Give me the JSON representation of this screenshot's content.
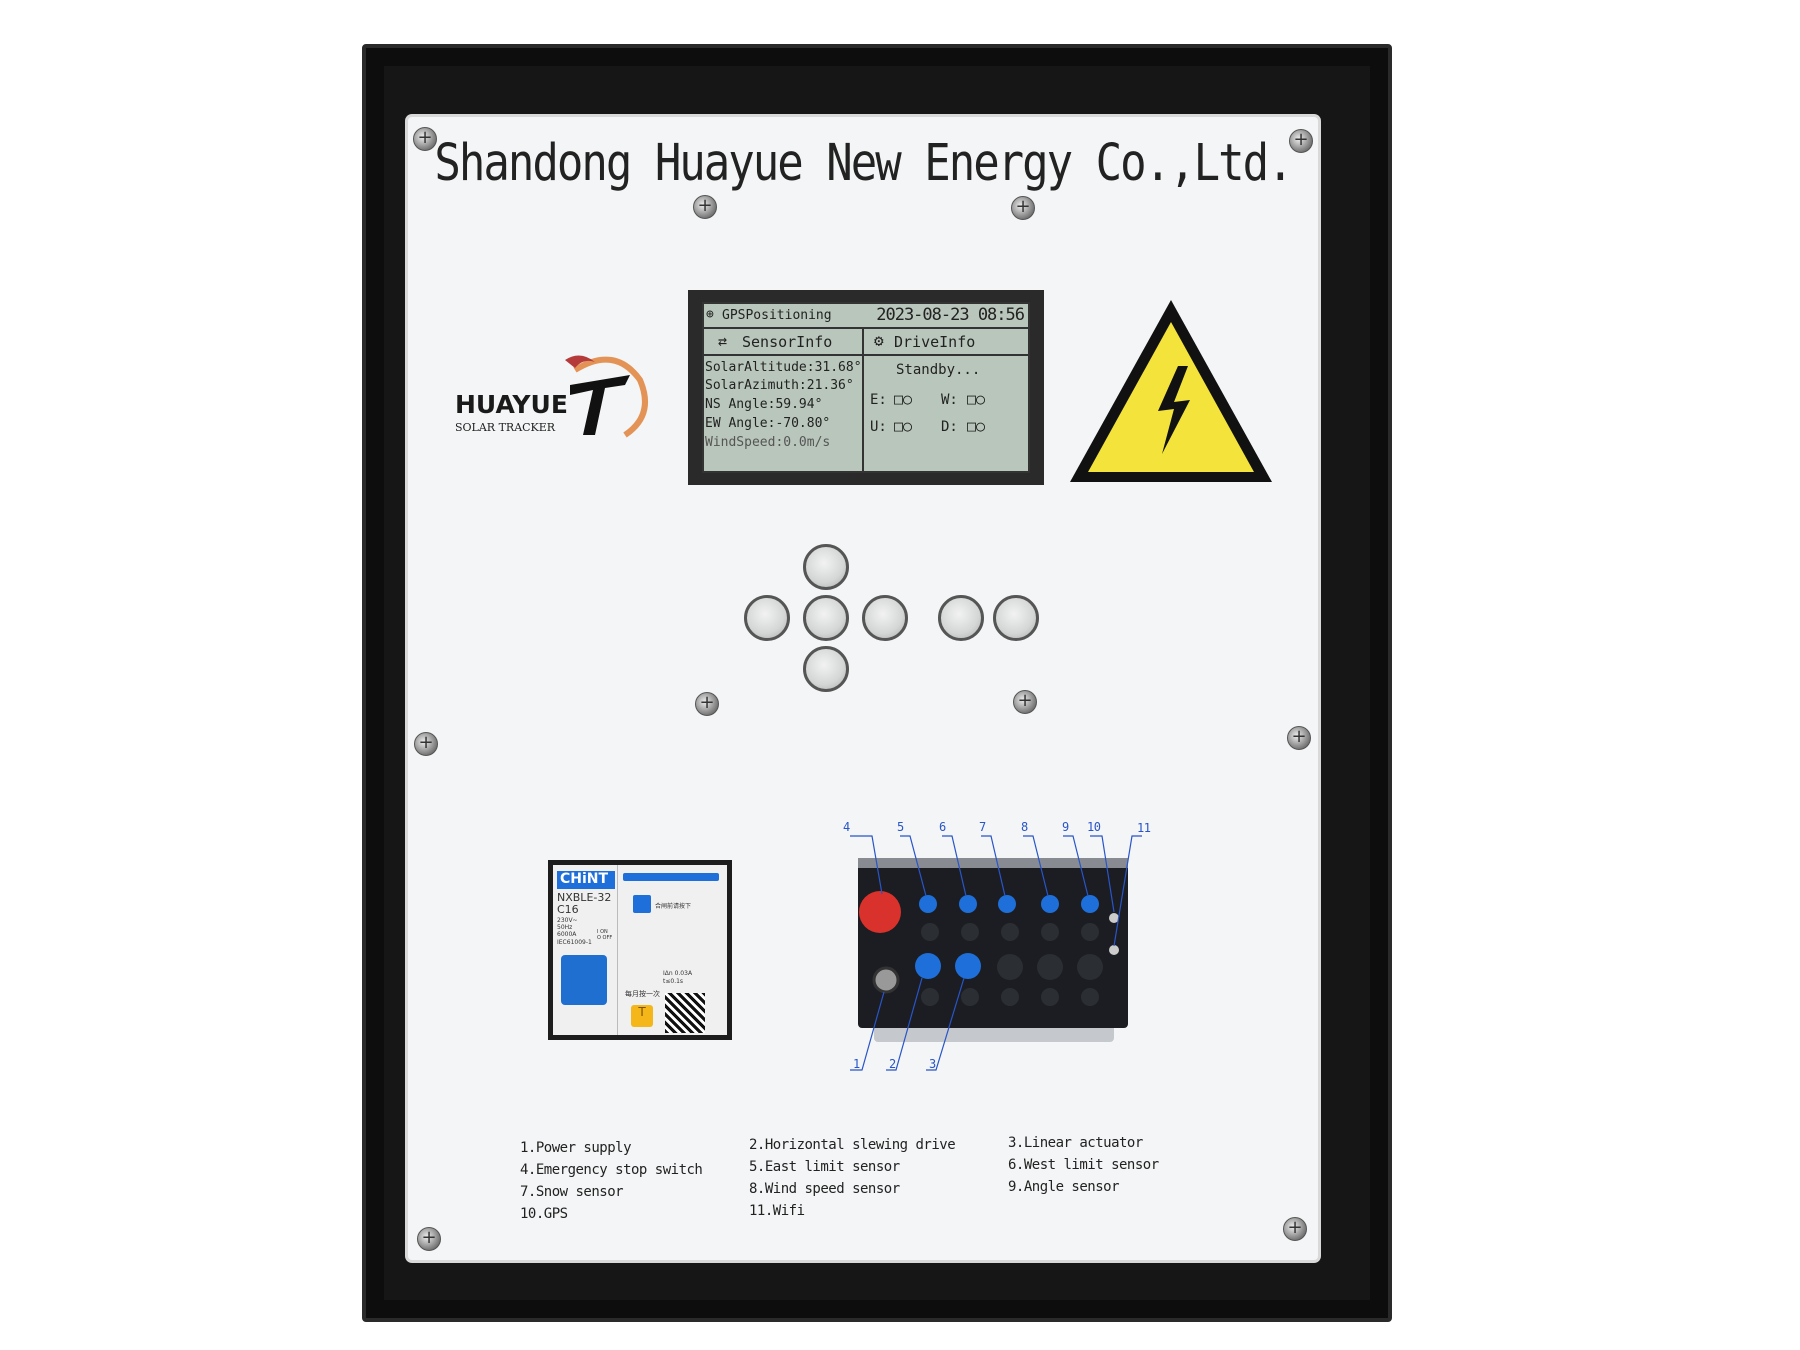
{
  "title": "Shandong Huayue New Energy Co.,Ltd.",
  "brand": {
    "name": "HUAYUE",
    "sub": "SOLAR TRACKER"
  },
  "lcd": {
    "header_left": "GPSPositioning",
    "datetime": "2023-08-23 08:56",
    "tab_sensor": "SensorInfo",
    "tab_drive": "DriveInfo",
    "sensor_lines": [
      "SolarAltitude:31.68°",
      "SolarAzimuth:21.36°",
      "NS Angle:59.94°",
      "EW Angle:-70.80°",
      "WindSpeed:0.0m/s"
    ],
    "drive_status": "Standby...",
    "drive_labels": [
      "E:",
      "W:",
      "U:",
      "D:"
    ]
  },
  "breaker": {
    "brand": "CHiNT",
    "model": "NXBLE-32",
    "rating": "C16",
    "specs": [
      "230V~",
      "50Hz",
      "6000A",
      "IEC61009-1"
    ],
    "onoff": [
      "I ON",
      "O OFF"
    ],
    "note_top": "合闸前请按下",
    "note_test": "每月按一次",
    "idn": "IΔn 0.03A",
    "time": "t≤0.1s",
    "test_key": "T"
  },
  "callouts": {
    "top": [
      "4",
      "5",
      "6",
      "7",
      "8",
      "9",
      "10",
      "11"
    ],
    "bottom": [
      "1",
      "2",
      "3"
    ]
  },
  "legend": [
    [
      "1.Power supply",
      "2.Horizontal slewing drive",
      "3.Linear actuator"
    ],
    [
      "4.Emergency stop switch",
      "5.East limit sensor",
      "6.West limit sensor"
    ],
    [
      "7.Snow sensor",
      "8.Wind speed sensor",
      "9.Angle sensor"
    ],
    [
      "10.GPS",
      "11.Wifi",
      ""
    ]
  ],
  "colors": {
    "lcd_bg": "#b9c6bc",
    "warning": "#f3e33a",
    "estop": "#d9312b",
    "port_blue": "#1e6fd9",
    "brand_orange": "#e07a2e"
  }
}
